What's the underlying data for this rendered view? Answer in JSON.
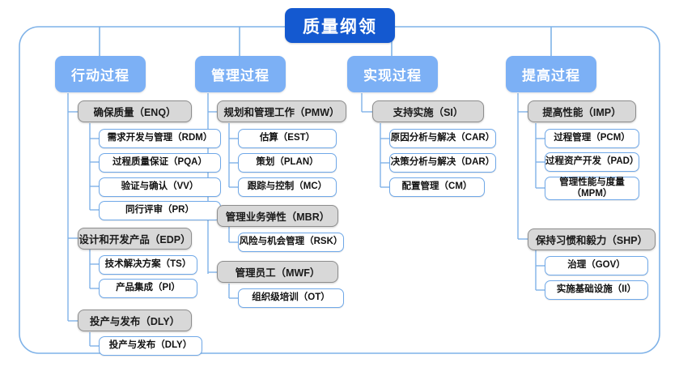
{
  "diagram": {
    "type": "tree-mindmap",
    "root": {
      "label": "质量纲领"
    },
    "colors": {
      "root_fill": "#1459d0",
      "column_header_fill": "#7cb0f5",
      "group_fill": "#d8d8d8",
      "group_border": "#8d8d8d",
      "leaf_border": "#6fa8e8",
      "connector": "#7fb2e8",
      "outer_border": "#7fb2e8"
    },
    "columns": [
      {
        "header": "行动过程",
        "groups": [
          {
            "label": "确保质量（ENQ）",
            "children": [
              "需求开发与管理（RDM）",
              "过程质量保证（PQA）",
              "验证与确认（VV）",
              "同行评审（PR）"
            ]
          },
          {
            "label": "设计和开发产品（EDP）",
            "children": [
              "技术解决方案（TS）",
              "产品集成（PI）"
            ]
          },
          {
            "label": "投产与发布（DLY）",
            "children": [
              "投产与发布（DLY）"
            ]
          }
        ]
      },
      {
        "header": "管理过程",
        "groups": [
          {
            "label": "规划和管理工作（PMW）",
            "children": [
              "估算（EST）",
              "策划（PLAN）",
              "跟踪与控制（MC）"
            ]
          },
          {
            "label": "管理业务弹性（MBR）",
            "children": [
              "风险与机会管理（RSK）"
            ]
          },
          {
            "label": "管理员工（MWF）",
            "children": [
              "组织级培训（OT）"
            ]
          }
        ]
      },
      {
        "header": "实现过程",
        "groups": [
          {
            "label": "支持实施（SI）",
            "children": [
              "原因分析与解决（CAR）",
              "决策分析与解决（DAR）",
              "配置管理（CM）"
            ]
          }
        ]
      },
      {
        "header": "提高过程",
        "groups": [
          {
            "label": "提高性能（IMP）",
            "children": [
              "过程管理（PCM）",
              "过程资产开发（PAD）",
              "管理性能与度量\n（MPM）"
            ]
          },
          {
            "label": "保持习惯和毅力（SHP）",
            "children": [
              "治理（GOV）",
              "实施基础设施（II）"
            ]
          }
        ]
      }
    ]
  }
}
